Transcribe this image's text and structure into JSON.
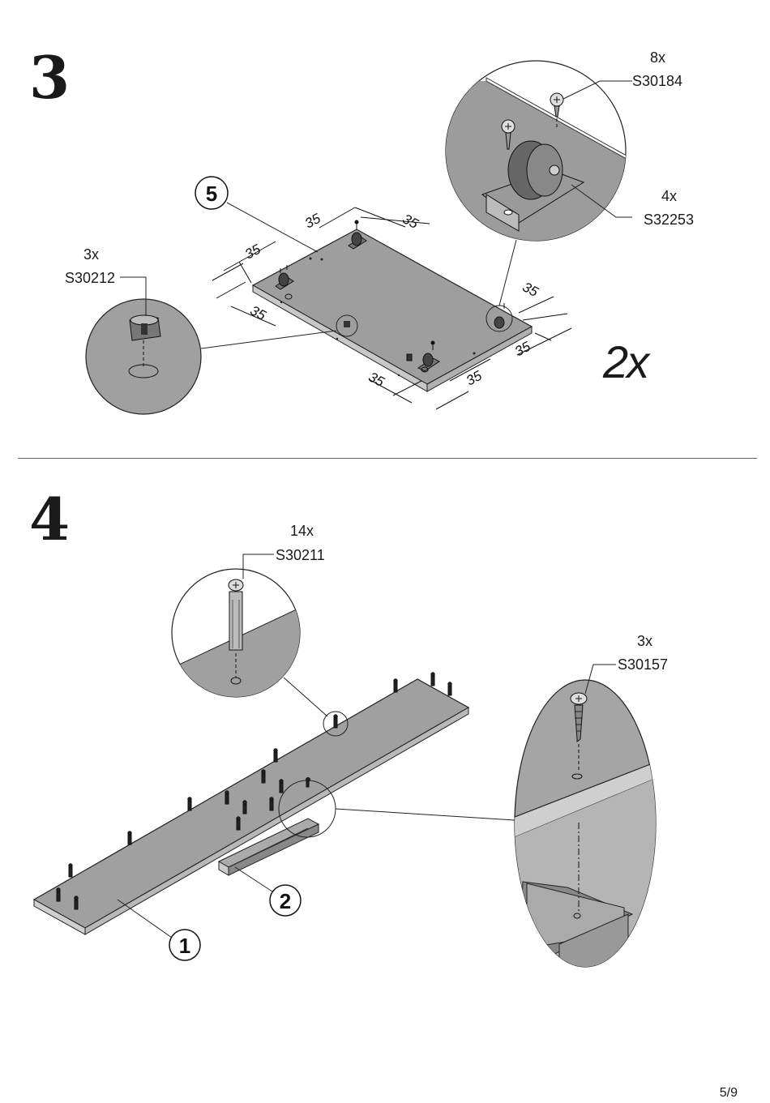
{
  "step3": {
    "number": "3",
    "part_number": "5",
    "multiplier": "2x",
    "dimension": "35",
    "callouts": [
      {
        "qty": "8x",
        "code": "S30184"
      },
      {
        "qty": "4x",
        "code": "S32253"
      },
      {
        "qty": "3x",
        "code": "S30212"
      }
    ]
  },
  "step4": {
    "number": "4",
    "parts": [
      "1",
      "2"
    ],
    "callouts": [
      {
        "qty": "14x",
        "code": "S30211"
      },
      {
        "qty": "3x",
        "code": "S30157"
      }
    ]
  },
  "footer": {
    "page": "5/9"
  }
}
